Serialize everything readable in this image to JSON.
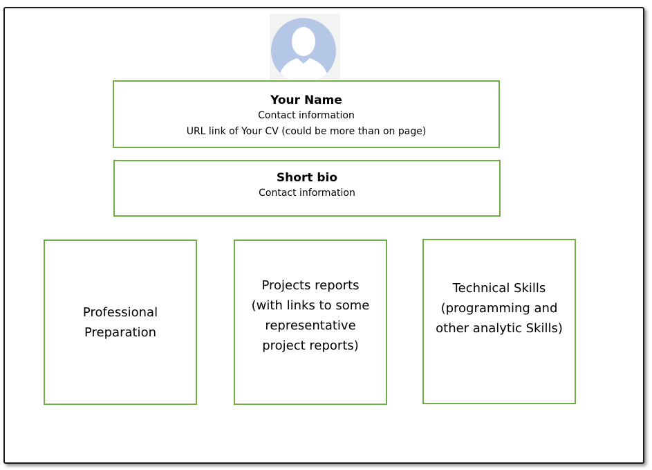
{
  "colors": {
    "box_border": "#70ad47",
    "avatar_circle": "#b4c7e7",
    "avatar_bg": "#f3f3f3"
  },
  "header": {
    "avatar_icon": "user-silhouette-icon",
    "name": "Your Name",
    "contact": "Contact information",
    "cv_link": "URL link of Your CV (could be more than on page)"
  },
  "bio": {
    "title": "Short bio",
    "contact": "Contact information"
  },
  "cards": [
    {
      "lines": [
        "Professional",
        "Preparation"
      ]
    },
    {
      "lines": [
        "Projects reports",
        "(with links to some",
        "representative",
        "project reports)"
      ]
    },
    {
      "lines": [
        "Technical Skills",
        "(programming and",
        "other analytic Skills)"
      ]
    }
  ]
}
